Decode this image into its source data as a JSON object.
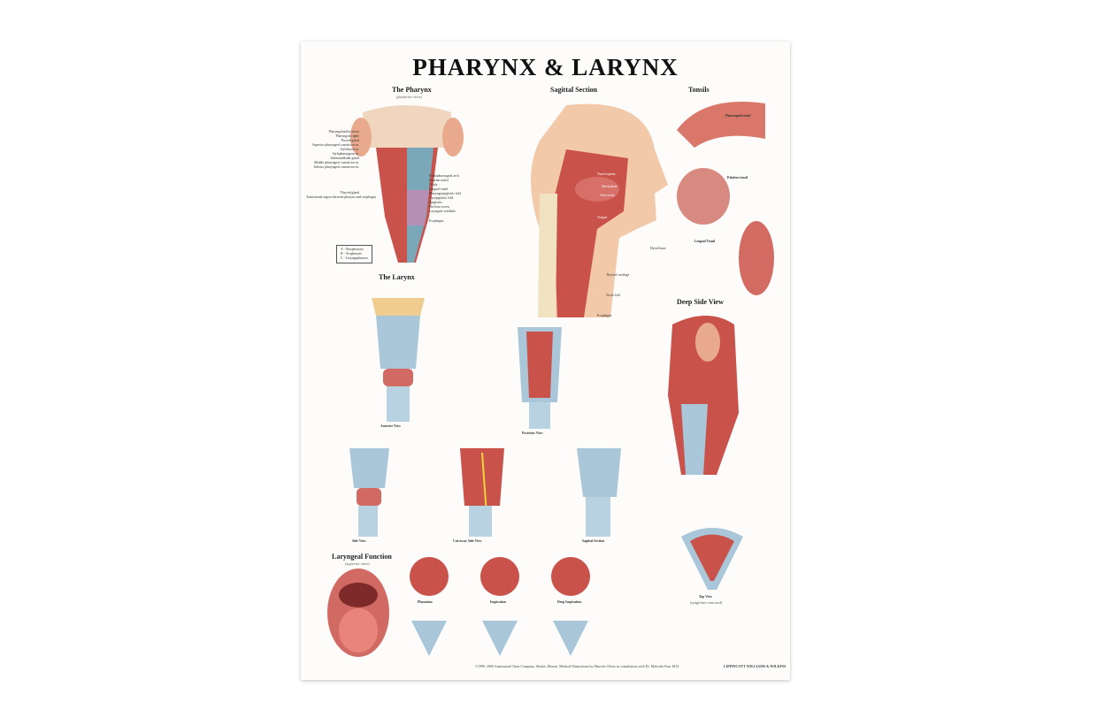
{
  "title": "PHARYNX & LARYNX",
  "pharynx": {
    "heading": "The Pharynx",
    "subheading": "(posterior view)",
    "left_labels": [
      "Pharyngobasilar fascia",
      "Pharyngeal raphe",
      "Parotid gland",
      "Superior pharyngeal constrictor m.",
      "Stylohyoid m.",
      "Stylopharyngeus m.",
      "Submandibular gland",
      "Middle pharyngeal constrictor m.",
      "Inferior pharyngeal constrictor m.",
      "Thyroid gland",
      "Transitional region between pharynx and esophagus"
    ],
    "right_labels": [
      "Palatopharyngeal arch",
      "Palatine tonsil",
      "Uvula",
      "Lingual tonsil",
      "Pharyngoepiglottic fold",
      "Aryepiglottic fold",
      "Epiglottis",
      "Piriform recess",
      "Laryngeal vestibule",
      "Esophagus"
    ],
    "legend": [
      "A - Nasopharynx",
      "B - Oropharynx",
      "C - Laryngopharynx"
    ]
  },
  "sagittal": {
    "heading": "Sagittal Section",
    "labels": [
      "Nasal septum",
      "Hard palate",
      "Oral cavity",
      "Tongue",
      "Hyoid bone",
      "Thyroid cartilage",
      "Vocal fold",
      "Esophagus"
    ]
  },
  "tonsils": {
    "heading": "Tonsils",
    "items": [
      "Pharyngeal tonsil",
      "Palatine tonsil",
      "Lingual Tonsil"
    ]
  },
  "larynx": {
    "heading": "The Larynx",
    "views": [
      "Anterior View",
      "Posterior View",
      "Side View",
      "Cut-away Side View",
      "Sagittal Section"
    ]
  },
  "deep_side": {
    "heading": "Deep Side View"
  },
  "top_view": {
    "heading": "Top View",
    "subheading": "(epiglottis removed)"
  },
  "function": {
    "heading": "Laryngeal Function",
    "subheading": "(superior view)",
    "states": [
      "Phonation",
      "Inspiration",
      "Deep Inspiration"
    ]
  },
  "footer": {
    "credit": "©1999, 2000 Anatomical Chart Company, Skokie, Illinois. Medical Illustrations by Marcelo Oliver in consultation with Dr. Malcolm Four M.D.",
    "publisher": "LIPPINCOTT WILLIAMS & WILKINS"
  }
}
